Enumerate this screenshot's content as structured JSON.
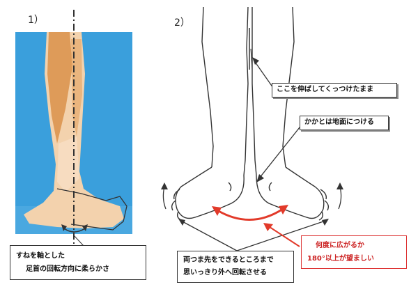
{
  "panel1": {
    "number": "1）"
  },
  "panel2": {
    "number": "2）"
  },
  "labels": {
    "knee_straight": "ここを伸ばしてくっつけたまま",
    "heel_ground": "かかとは地面につける",
    "toe_spread": [
      "両つま先をできるところまで",
      "思いっきり外へ回転させる"
    ],
    "angle_goal": [
      "何度に広がるか",
      "180°以上が望ましい"
    ],
    "ankle_flex": [
      "すねを軸とした",
      "足首の回転方向に柔らかさ"
    ]
  },
  "colors": {
    "photo_bg": "#3a9fdc",
    "skin": "#f0c9a0",
    "muscle": "#d9924a",
    "red_accent": "#e23a2a",
    "line": "#333333"
  }
}
